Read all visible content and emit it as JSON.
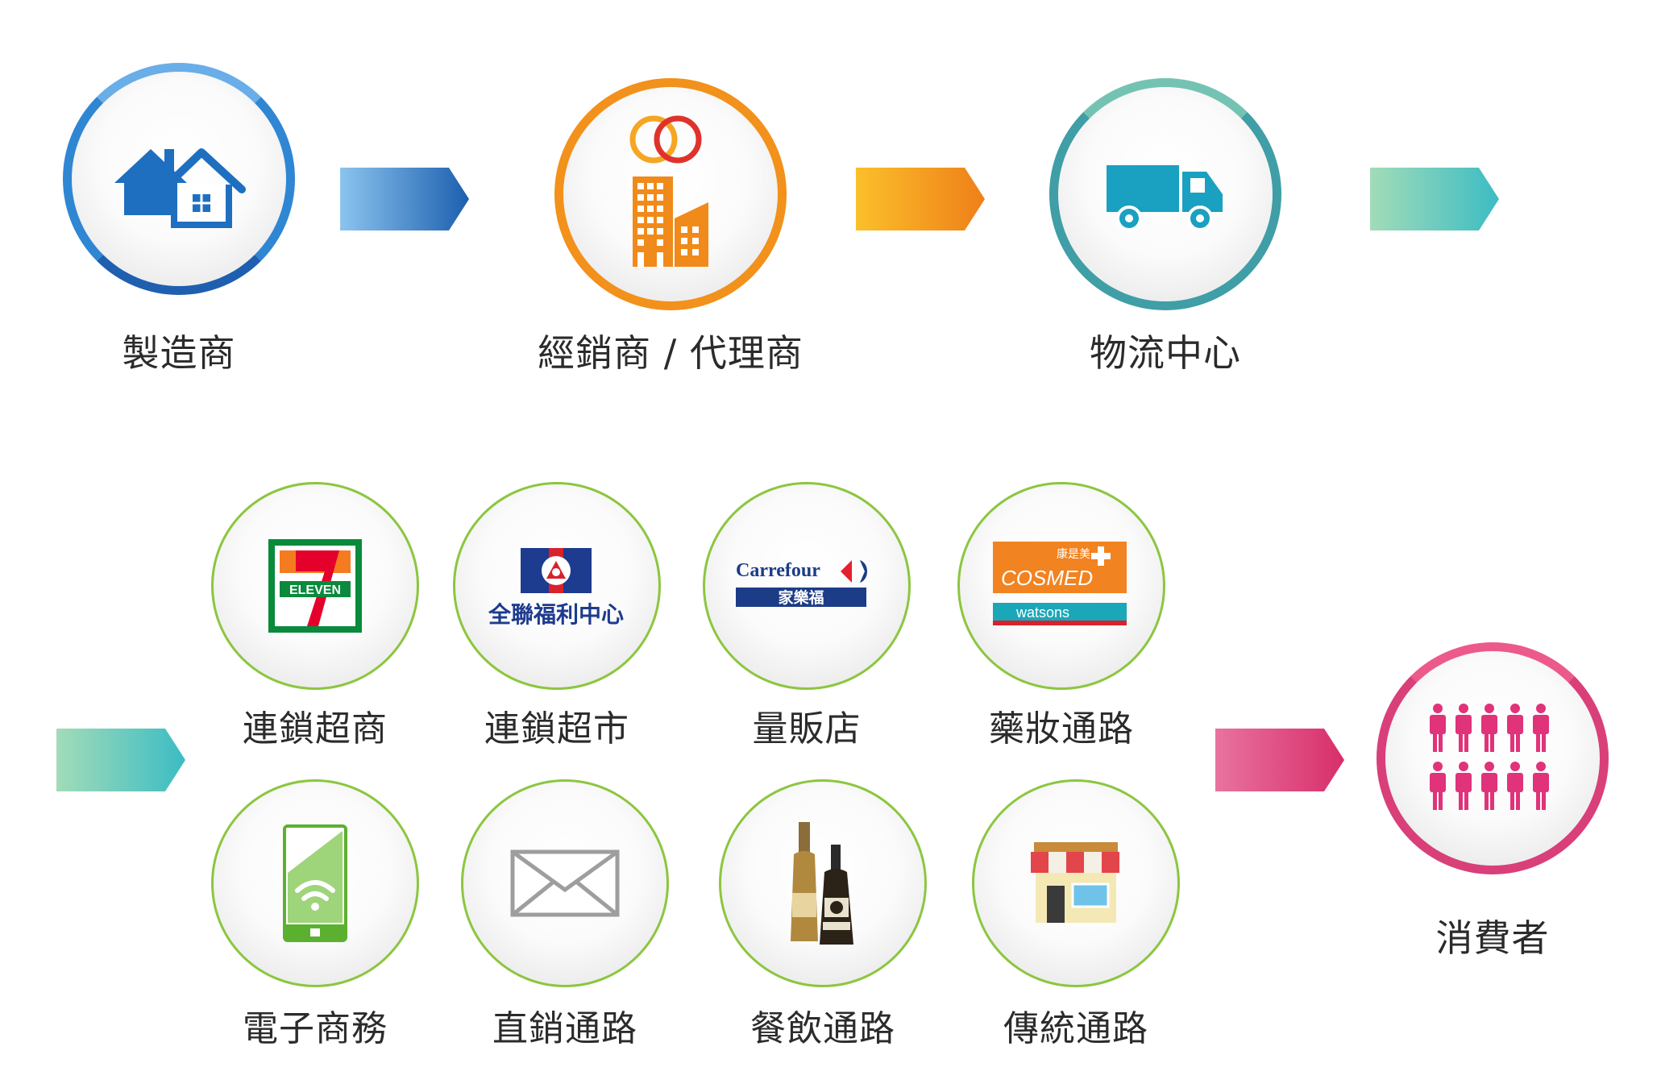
{
  "stage1": {
    "label": "製造商",
    "icon": "houses-icon",
    "color": "#1f6fc0"
  },
  "stage2": {
    "label": "經銷商 / 代理商",
    "icon": "factory-rings-icon",
    "color": "#f2911b"
  },
  "stage3": {
    "label": "物流中心",
    "icon": "truck-icon",
    "color": "#1aa0c0"
  },
  "channels": [
    {
      "label": "連鎖超商",
      "icon": "seven-eleven-logo",
      "logo_text": "ELEVEN"
    },
    {
      "label": "連鎖超市",
      "icon": "pxmart-logo",
      "logo_text": "全聯福利中心"
    },
    {
      "label": "量販店",
      "icon": "carrefour-logo",
      "logo_text": "Carrefour",
      "logo_sub": "家樂福"
    },
    {
      "label": "藥妝通路",
      "icon": "cosmed-watsons-logo",
      "logo_text": "COSMED",
      "logo_sub": "watsons",
      "logo_cn": "康是美"
    },
    {
      "label": "電子商務",
      "icon": "phone-wifi-icon"
    },
    {
      "label": "直銷通路",
      "icon": "envelope-icon"
    },
    {
      "label": "餐飲通路",
      "icon": "liquor-bottles-icon"
    },
    {
      "label": "傳統通路",
      "icon": "storefront-icon"
    }
  ],
  "consumer": {
    "label": "消費者",
    "icon": "people-icon",
    "color": "#e0337a"
  },
  "colors": {
    "blue": "#1f6fc0",
    "orange": "#f2911b",
    "teal": "#3fbfb8",
    "pink": "#e0337a",
    "green": "#8cc63f"
  }
}
